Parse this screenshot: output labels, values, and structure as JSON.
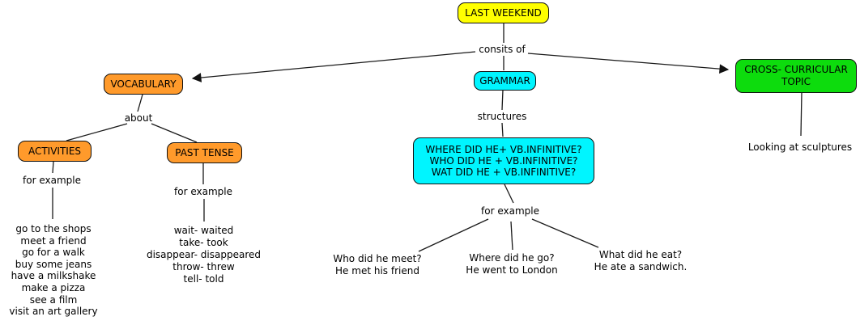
{
  "title": "LAST WEEKEND concept map",
  "colors": {
    "yellow": "#ffff00",
    "orange": "#ff9a2b",
    "cyan": "#00f5ff",
    "green": "#0ddc0d",
    "line": "#1a1a1a"
  },
  "nodes": {
    "last_weekend": "LAST WEEKEND",
    "vocabulary": "VOCABULARY",
    "grammar": "GRAMMAR",
    "cross_curricular": "CROSS- CURRICULAR TOPIC",
    "activities": "ACTIVITIES",
    "past_tense": "PAST TENSE",
    "structures_box": [
      "WHERE DID HE+ VB.INFINITIVE?",
      "WHO DID HE + VB.INFINITIVE?",
      "WAT DID HE + VB.INFINITIVE?"
    ]
  },
  "link_labels": {
    "consits_of": "consits of",
    "about": "about",
    "for_example_activities": "for example",
    "for_example_past_tense": "for example",
    "structures": "structures",
    "for_example_grammar": "for example"
  },
  "activities_examples": [
    "go to the shops",
    "meet a friend",
    "go for a walk",
    "buy some jeans",
    "have a milkshake",
    "make a pizza",
    "see a film",
    "visit an art gallery"
  ],
  "past_tense_examples": [
    "wait- waited",
    "take- took",
    "disappear- disappeared",
    "throw- threw",
    "tell- told"
  ],
  "grammar_examples": {
    "who": [
      "Who did he meet?",
      "He met his friend"
    ],
    "where": [
      "Where did he go?",
      "He went to London"
    ],
    "what": [
      "What did he eat?",
      "He ate a sandwich."
    ]
  },
  "cross_curricular_example": "Looking at sculptures"
}
